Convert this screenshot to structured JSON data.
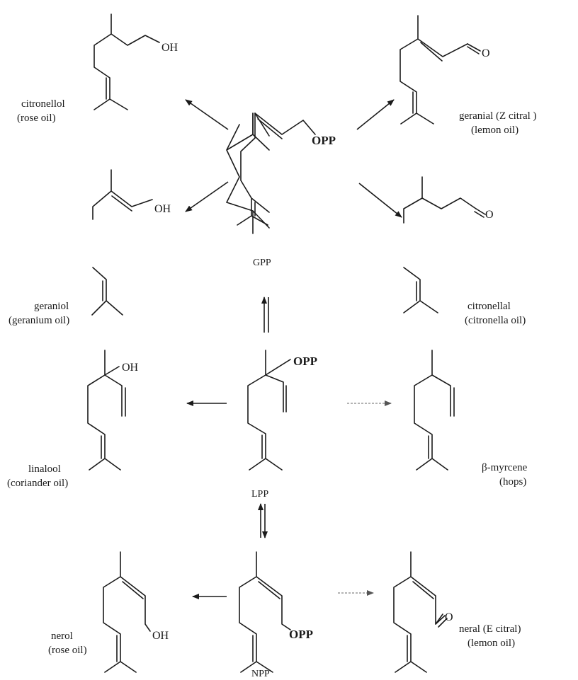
{
  "groups": {
    "oh": "OH",
    "opp": "OPP",
    "o": "O"
  },
  "precursors": {
    "gpp": "GPP",
    "lpp": "LPP",
    "npp": "NPP"
  },
  "compounds": {
    "citronellol": {
      "name": "citronellol",
      "source": "(rose oil)"
    },
    "geranial": {
      "name": "geranial (Z citral )",
      "source": "(lemon oil)"
    },
    "geraniol": {
      "name": "geraniol",
      "source": "(geranium oil)"
    },
    "citronellal": {
      "name": "citronellal",
      "source": "(citronella oil)"
    },
    "linalool": {
      "name": "linalool",
      "source": "(coriander oil)"
    },
    "myrcene": {
      "name": "β-myrcene",
      "source": "(hops)"
    },
    "nerol": {
      "name": "nerol",
      "source": "(rose oil)"
    },
    "neral": {
      "name": "neral (E citral)",
      "source": "(lemon oil)"
    }
  }
}
